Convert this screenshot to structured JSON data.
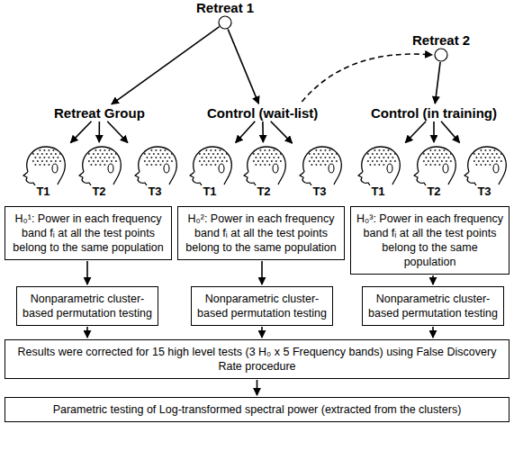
{
  "diagram": {
    "nodes": [
      {
        "text": [
          "Retreat 1"
        ]
      },
      {
        "text": [
          "Retreat 2"
        ]
      },
      {
        "text": [
          "Retreat Group"
        ]
      },
      {
        "text": [
          "Control (wait-list)"
        ]
      },
      {
        "text": [
          "Control (in training)"
        ]
      },
      {
        "text": [
          "T1"
        ]
      },
      {
        "text": [
          "T2"
        ]
      },
      {
        "text": [
          "T3"
        ]
      },
      {
        "text": [
          "T1"
        ]
      },
      {
        "text": [
          "T2"
        ]
      },
      {
        "text": [
          "T3"
        ]
      },
      {
        "text": [
          "T1"
        ]
      },
      {
        "text": [
          "T2"
        ]
      },
      {
        "text": [
          "T3"
        ]
      },
      {
        "text": [
          "H₀¹: Power in each frequency band fᵢ at all the test points belong to the same population"
        ]
      },
      {
        "text": [
          "H₀²: Power in each frequency band fᵢ at all the test points belong to the same population"
        ]
      },
      {
        "text": [
          "H₀³: Power in each frequency band fᵢ at all the test points belong to the same population"
        ]
      },
      {
        "text": [
          "Nonparametric cluster-based permutation testing"
        ]
      },
      {
        "text": [
          "Nonparametric cluster-based permutation testing"
        ]
      },
      {
        "text": [
          "Nonparametric cluster-based permutation testing"
        ]
      },
      {
        "text": [
          "Results were corrected for 15 high level tests (3 H₀ x 5 Frequency bands) using False Discovery Rate procedure"
        ]
      },
      {
        "text": [
          "Parametric testing of Log-transformed spectral power (extracted from the clusters)"
        ]
      }
    ],
    "edges": [
      {
        "from": 0,
        "to": 2,
        "arrow": "to"
      },
      {
        "from": 0,
        "to": 3,
        "arrow": "to"
      },
      {
        "from": 3,
        "to": 1,
        "arrow": "to"
      },
      {
        "from": 1,
        "to": 4,
        "arrow": "to"
      },
      {
        "from": 2,
        "to": 5,
        "arrow": "to"
      },
      {
        "from": 2,
        "to": 6,
        "arrow": "to"
      },
      {
        "from": 2,
        "to": 7,
        "arrow": "to"
      },
      {
        "from": 3,
        "to": 8,
        "arrow": "to"
      },
      {
        "from": 3,
        "to": 9,
        "arrow": "to"
      },
      {
        "from": 3,
        "to": 10,
        "arrow": "to"
      },
      {
        "from": 4,
        "to": 11,
        "arrow": "to"
      },
      {
        "from": 4,
        "to": 12,
        "arrow": "to"
      },
      {
        "from": 4,
        "to": 13,
        "arrow": "to"
      },
      {
        "from": 14,
        "to": 17,
        "arrow": "to"
      },
      {
        "from": 15,
        "to": 18,
        "arrow": "to"
      },
      {
        "from": 16,
        "to": 19,
        "arrow": "to"
      },
      {
        "from": 17,
        "to": 20,
        "arrow": "to"
      },
      {
        "from": 18,
        "to": 20,
        "arrow": "to"
      },
      {
        "from": 19,
        "to": 20,
        "arrow": "to"
      },
      {
        "from": 20,
        "to": 21,
        "arrow": "to"
      }
    ]
  }
}
